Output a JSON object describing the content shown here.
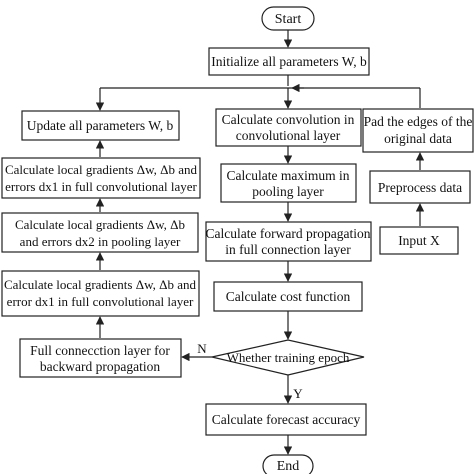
{
  "nodes": {
    "start": "Start",
    "init": "Initialize all parameters W, b",
    "conv": [
      "Calculate convolution in",
      "convolutional layer"
    ],
    "pool_max": [
      "Calculate maximum in",
      "pooling layer"
    ],
    "forward": [
      "Calculate forward propagation",
      "in full connection layer"
    ],
    "cost": "Calculate cost function",
    "decision": "Whether training epoch",
    "accuracy": "Calculate forecast accuracy",
    "end": "End",
    "update": "Update all parameters W, b",
    "grad_conv_top": [
      "Calculate local gradients Δw, Δb and",
      "errors dx1 in full convolutional layer"
    ],
    "grad_pool": [
      "Calculate local gradients  Δw,  Δb",
      "and errors dx2 in pooling layer"
    ],
    "grad_conv_bottom": [
      "Calculate local gradients  Δw,  Δb and",
      "error dx1 in full convolutional layer"
    ],
    "backward": [
      "Full connecction layer for",
      "backward propagation"
    ],
    "pad": [
      "Pad the edges of the",
      "original data"
    ],
    "preprocess": "Preprocess data",
    "input": "Input X"
  },
  "edge_labels": {
    "no": "N",
    "yes": "Y"
  }
}
